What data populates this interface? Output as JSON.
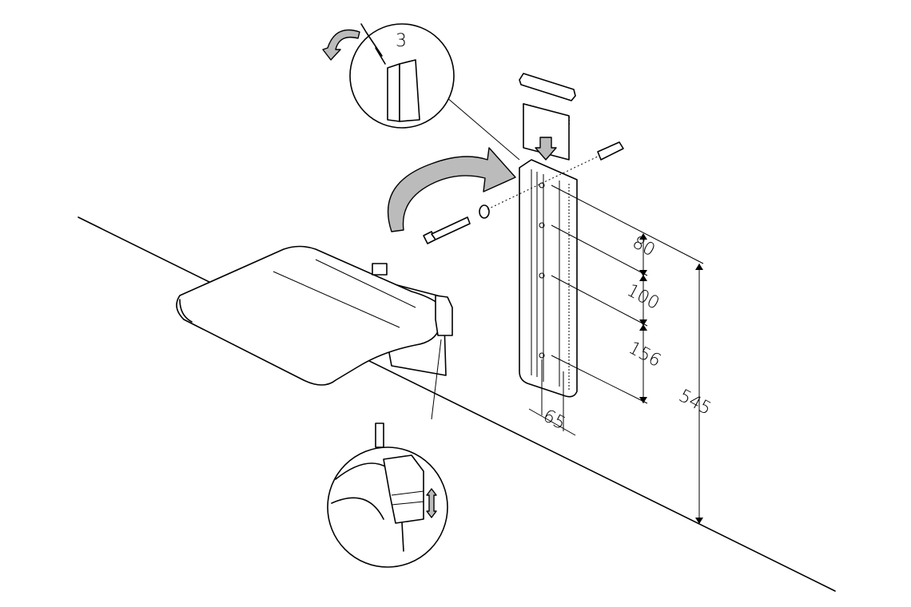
{
  "labels": {
    "hex_key_turns": "3",
    "dim_top": "80",
    "dim_middle": "100",
    "dim_bottom": "156",
    "dim_width": "65",
    "dim_height": "545"
  }
}
